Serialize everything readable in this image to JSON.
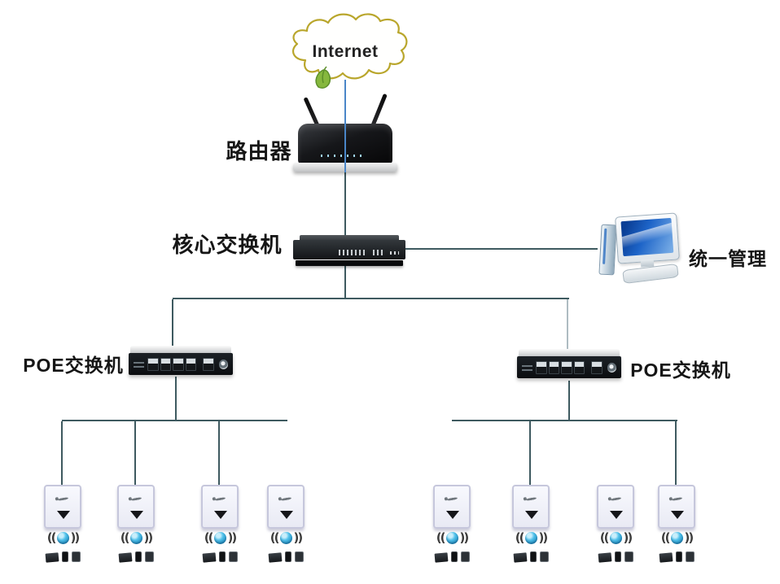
{
  "nodes": {
    "internet": {
      "label": "Internet"
    },
    "router": {
      "label": "路由器"
    },
    "core_switch": {
      "label": "核心交换机"
    },
    "management_pc": {
      "label": "统一管理"
    },
    "poe_switch_left": {
      "label": "POE交换机"
    },
    "poe_switch_right": {
      "label": "POE交换机"
    }
  },
  "access_points": {
    "left_group_count": 4,
    "right_group_count": 4,
    "unit_icons": [
      "wall-ap",
      "wifi-signal",
      "client-devices"
    ]
  },
  "colors": {
    "internet_link": "#4a86c8",
    "wired_link": "#3e5a60",
    "faint_link": "#aebcc2",
    "cloud_outline": "#b9a62c",
    "leaf_green": "#86b83e",
    "pc_screen_blue": "#1d64c8",
    "wifi_ball_blue": "#35aede",
    "label_text": "#161616"
  }
}
